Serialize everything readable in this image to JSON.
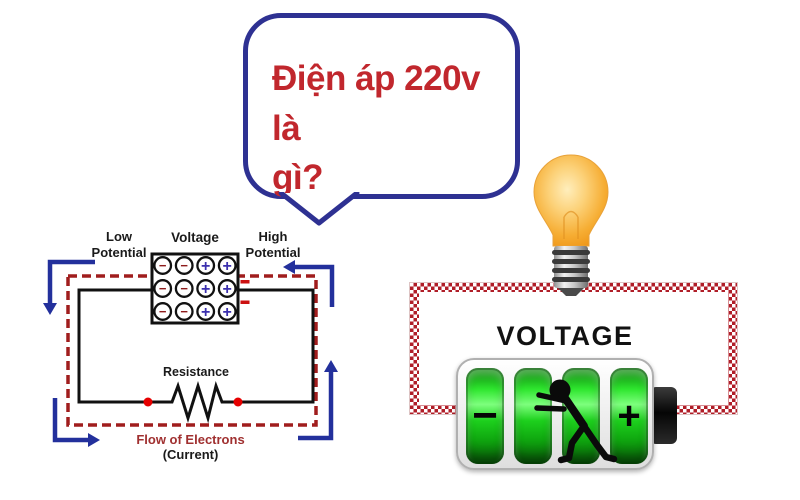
{
  "speech_bubble": {
    "text": "Điện áp 220v là\ngì?",
    "border_color": "#2e3192",
    "text_color": "#c1272d"
  },
  "left_diagram": {
    "low_potential_label": "Low\nPotential",
    "voltage_label": "Voltage",
    "high_potential_label": "High\nPotential",
    "resistance_label": "Resistance",
    "flow_label": "Flow of Electrons",
    "current_label": "(Current)",
    "battery": {
      "rows": 3,
      "minus_columns": 2,
      "plus_columns": 2,
      "minus_symbol": "−",
      "plus_symbol": "+"
    },
    "colors": {
      "circuit_wire": "#111111",
      "electron_path_dashed": "#a01d1d",
      "current_arrows": "#23309c",
      "terminal_dots": "#e60000",
      "minus_symbol": "#8e1b1b",
      "plus_symbol": "#3b2fae"
    }
  },
  "right_diagram": {
    "title": "VOLTAGE",
    "battery": {
      "minus_symbol": "−",
      "plus_symbol": "+"
    },
    "colors": {
      "wire_checker_red": "#b01e28",
      "cell_green": "#1dd01d",
      "bulb_amber": "#f6ad33"
    }
  }
}
